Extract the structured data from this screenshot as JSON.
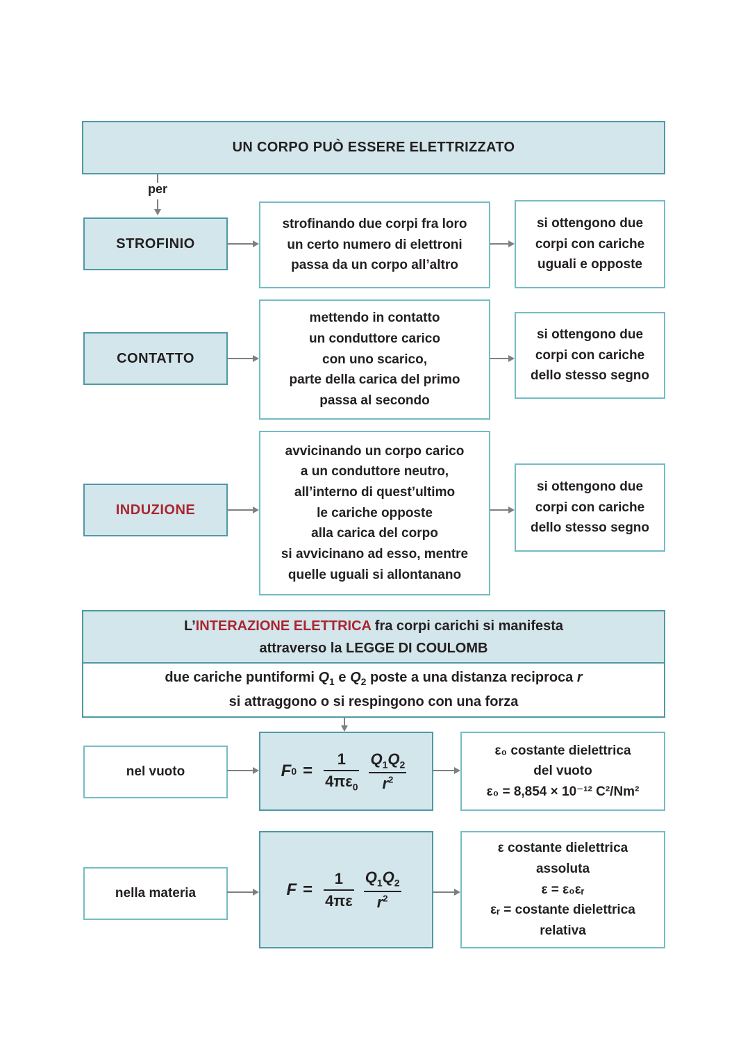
{
  "colors": {
    "box_fill": "#d3e6eb",
    "border_dark": "#4e99a7",
    "border_light": "#74bcc6",
    "arrow": "#7d8083",
    "text": "#231f20",
    "accent_red": "#aa2430"
  },
  "section1": {
    "title": "UN CORPO PUÒ ESSERE ELETTRIZZATO",
    "connector_label": "per",
    "rows": [
      {
        "method": "STROFINIO",
        "description": "strofinando due corpi fra loro\nun certo numero di elettroni\npassa da un corpo all’altro",
        "result": "si ottengono due\ncorpi con cariche\nuguali e opposte"
      },
      {
        "method": "CONTATTO",
        "description": "mettendo in contatto\nun conduttore carico\ncon uno scarico,\nparte della carica del primo\npassa al secondo",
        "result": "si ottengono due\ncorpi con cariche\ndello stesso segno"
      },
      {
        "method": "INDUZIONE",
        "description": "avvicinando un corpo carico\na un conduttore neutro,\nall’interno di quest’ultimo\nle cariche opposte\nalla carica del corpo\nsi avvicinano ad esso, mentre\nquelle uguali si allontanano",
        "result": "si ottengono due\ncorpi con cariche\ndello stesso segno"
      }
    ]
  },
  "section2": {
    "header": {
      "prefix": "L’",
      "highlight": "INTERAZIONE ELETTRICA",
      "rest": " fra corpi carichi si manifesta",
      "line2": "attraverso la LEGGE DI COULOMB"
    },
    "intro": {
      "t1": "due cariche puntiformi ",
      "q": "Q",
      "q1sub": "1",
      "t2": " e ",
      "q2sub": "2",
      "t3": " poste a una distanza reciproca ",
      "r": "r",
      "line2": "si attraggono o si respingono con una forza"
    },
    "vacuum": {
      "label": "nel vuoto",
      "formula": {
        "F": "F",
        "Fsub": "0",
        "eq": "=",
        "num1": "1",
        "den1": "4πε",
        "den1sub": "0",
        "Q": "Q",
        "q1sub": "1",
        "q2sub": "2",
        "r": "r",
        "rsup": "2"
      },
      "note": "ε₀ costante dielettrica\ndel vuoto\nε₀ = 8,854 × 10⁻¹² C²/Nm²"
    },
    "matter": {
      "label": "nella materia",
      "formula": {
        "F": "F",
        "eq": "=",
        "num1": "1",
        "den1": "4πε",
        "Q": "Q",
        "q1sub": "1",
        "q2sub": "2",
        "r": "r",
        "rsup": "2"
      },
      "note": "ε costante dielettrica\nassoluta\nε = ε₀εᵣ\nεᵣ = costante dielettrica\nrelativa"
    }
  }
}
